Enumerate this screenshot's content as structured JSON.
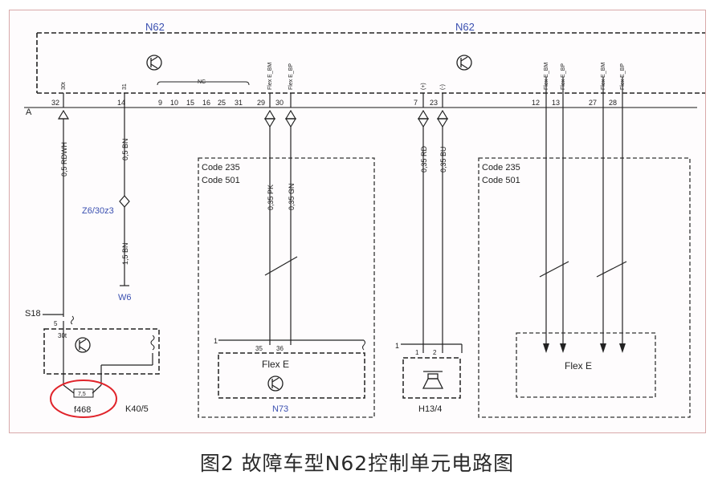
{
  "modules": {
    "n62_left": "N62",
    "n62_right": "N62",
    "n73": "N73",
    "h13": "H13/4",
    "k40": "K40/5",
    "fuse": "f468",
    "s18": "S18",
    "w6": "W6",
    "z6": "Z6/30z3"
  },
  "rail_label": "A",
  "connector": {
    "pins": [
      "32",
      "14",
      "9",
      "10",
      "15",
      "16",
      "25",
      "31",
      "29",
      "30",
      "7",
      "23",
      "12",
      "13",
      "27",
      "28"
    ],
    "labels": [
      "30t",
      "31",
      "Flex E_BM",
      "Flex E_BP",
      "(+)",
      "(-)",
      "Flex E_BM",
      "Flex E_BP",
      "Flex E_BM",
      "Flex E_BP"
    ],
    "nc": "NC"
  },
  "wires": {
    "w32": "0,5 RDWH",
    "w14a": "0,5 BN",
    "w14b": "1,5 BN",
    "w29": "0,35 PK",
    "w30": "0,35 GN",
    "w7": "0,35 RD",
    "w23": "0,35 BU"
  },
  "boxes": {
    "code_left_1": "Code 235",
    "code_left_2": "Code 501",
    "code_right_1": "Code 235",
    "code_right_2": "Code 501",
    "flex_left": "Flex E",
    "flex_right": "Flex E",
    "n73_pins": [
      "35",
      "36"
    ],
    "h13_pins": [
      "1",
      "2"
    ],
    "k40_pin_5": "5",
    "k40_pin_30t": "30t",
    "fuse_value": "7,5",
    "side_one_left": "1",
    "side_one_mid": "1"
  },
  "caption": "图2 故障车型N62控制单元电路图",
  "colors": {
    "module_blue": "#3a4fb0",
    "highlight_red": "#e0232a",
    "frame_pink": "#d8a9a9"
  }
}
